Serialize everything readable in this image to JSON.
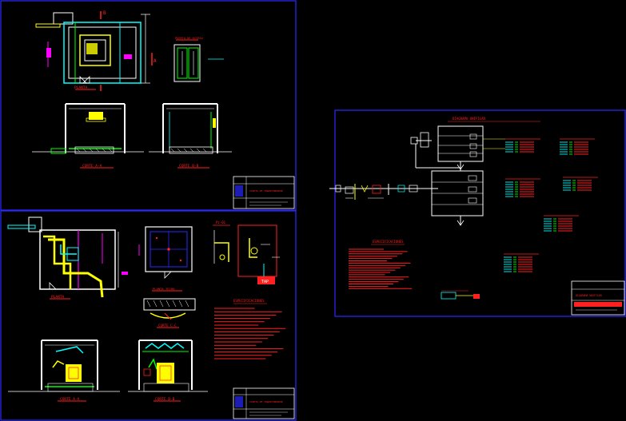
{
  "canvas": {
    "background": "#000000",
    "frame_color": "#2a2aff"
  },
  "colors": {
    "wall": "#ffffff",
    "dimension": "#00ffff",
    "conduit": "#ffff00",
    "annotation": "#ff2020",
    "ground": "#00ff00",
    "note": "#ff00ff",
    "cable": "#00ffff",
    "title_block": "#ffffff"
  },
  "sheet_1": {
    "views": {
      "plan": {
        "title": "PLANTA"
      },
      "door_detail": {
        "title": "PUERTA DE ACCESO"
      },
      "section_aa": {
        "title": "CORTE A-A"
      },
      "section_bb": {
        "title": "CORTE B-B"
      }
    },
    "marks": {
      "cut_a": "A",
      "cut_b": "B"
    },
    "title_block": {
      "heading": "CASETA DE TRANSFORMADOR"
    }
  },
  "sheet_2": {
    "views": {
      "plan": {
        "title": "PLANTA"
      },
      "roof_plan": {
        "title": "PLANTA TECHO"
      },
      "section_cc": {
        "title": "CORTE C-C"
      },
      "section_aa": {
        "title": "CORTE A-A"
      },
      "section_bb": {
        "title": "CORTE B-B"
      },
      "grounding": {
        "title": "Pz-01",
        "box_label": "TAP"
      }
    },
    "notes_title": "ESPECIFICACIONES",
    "notes_count": 16,
    "title_block": {
      "heading": "CASETA DE TRANSFORMADOR"
    }
  },
  "sheet_3": {
    "title": "DIAGRAMA UNIFILAR",
    "notes_title": "ESPECIFICACIONES",
    "notes_count": 18,
    "cable_tables_count": 6,
    "title_block": {
      "heading": "DIAGRAMA UNIFILAR"
    }
  }
}
